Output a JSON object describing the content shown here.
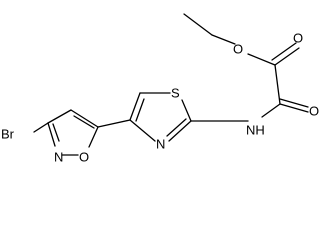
{
  "molecule": {
    "atoms": {
      "br": "Br",
      "n_isoxazole": "N",
      "o_isoxazole": "O",
      "s_thiazole": "S",
      "n_thiazole": "N",
      "nh": "NH",
      "o_ester": "O",
      "o_ester_carbonyl": "O",
      "o_amide_carbonyl": "O"
    }
  }
}
